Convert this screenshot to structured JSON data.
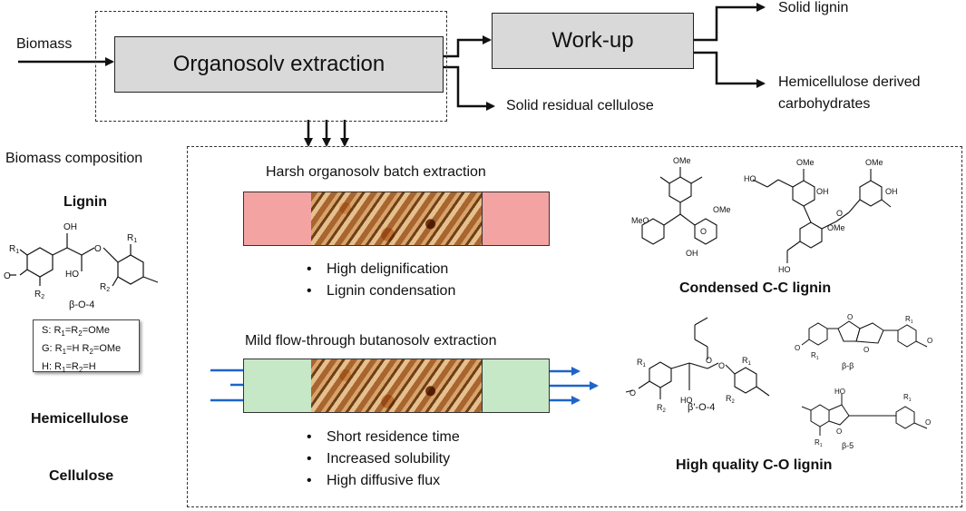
{
  "flow": {
    "input_label": "Biomass",
    "extraction_label": "Organosolv extraction",
    "workup_label": "Work-up",
    "output_cellulose": "Solid residual cellulose",
    "output_lignin": "Solid lignin",
    "output_hemi_line1": "Hemicellulose derived",
    "output_hemi_line2": "carbohydrates"
  },
  "composition": {
    "title": "Biomass composition",
    "lignin_label": "Lignin",
    "hemicellulose_label": "Hemicellulose",
    "cellulose_label": "Cellulose",
    "linkage_label": "β-O-4",
    "legend": [
      "S: R1=R2=OMe",
      "G: R1=H R2=OMe",
      "H: R1=R2=H"
    ]
  },
  "harsh": {
    "title": "Harsh organosolv batch extraction",
    "bullets": [
      "High delignification",
      "Lignin condensation"
    ],
    "end_color": "#f4a3a3",
    "product_label": "Condensed C-C lignin"
  },
  "mild": {
    "title": "Mild flow-through butanosolv extraction",
    "bullets": [
      "Short residence time",
      "Increased solubility",
      "High diffusive flux"
    ],
    "end_color": "#c6e8c6",
    "flow_arrow_color": "#1f64c8",
    "product_label": "High quality C-O lignin",
    "linkage_labels": [
      "β'-O-4",
      "β-β",
      "β-5"
    ]
  },
  "icons": [
    "arrow-icon",
    "wood-chips-image",
    "chemical-structure-image"
  ]
}
